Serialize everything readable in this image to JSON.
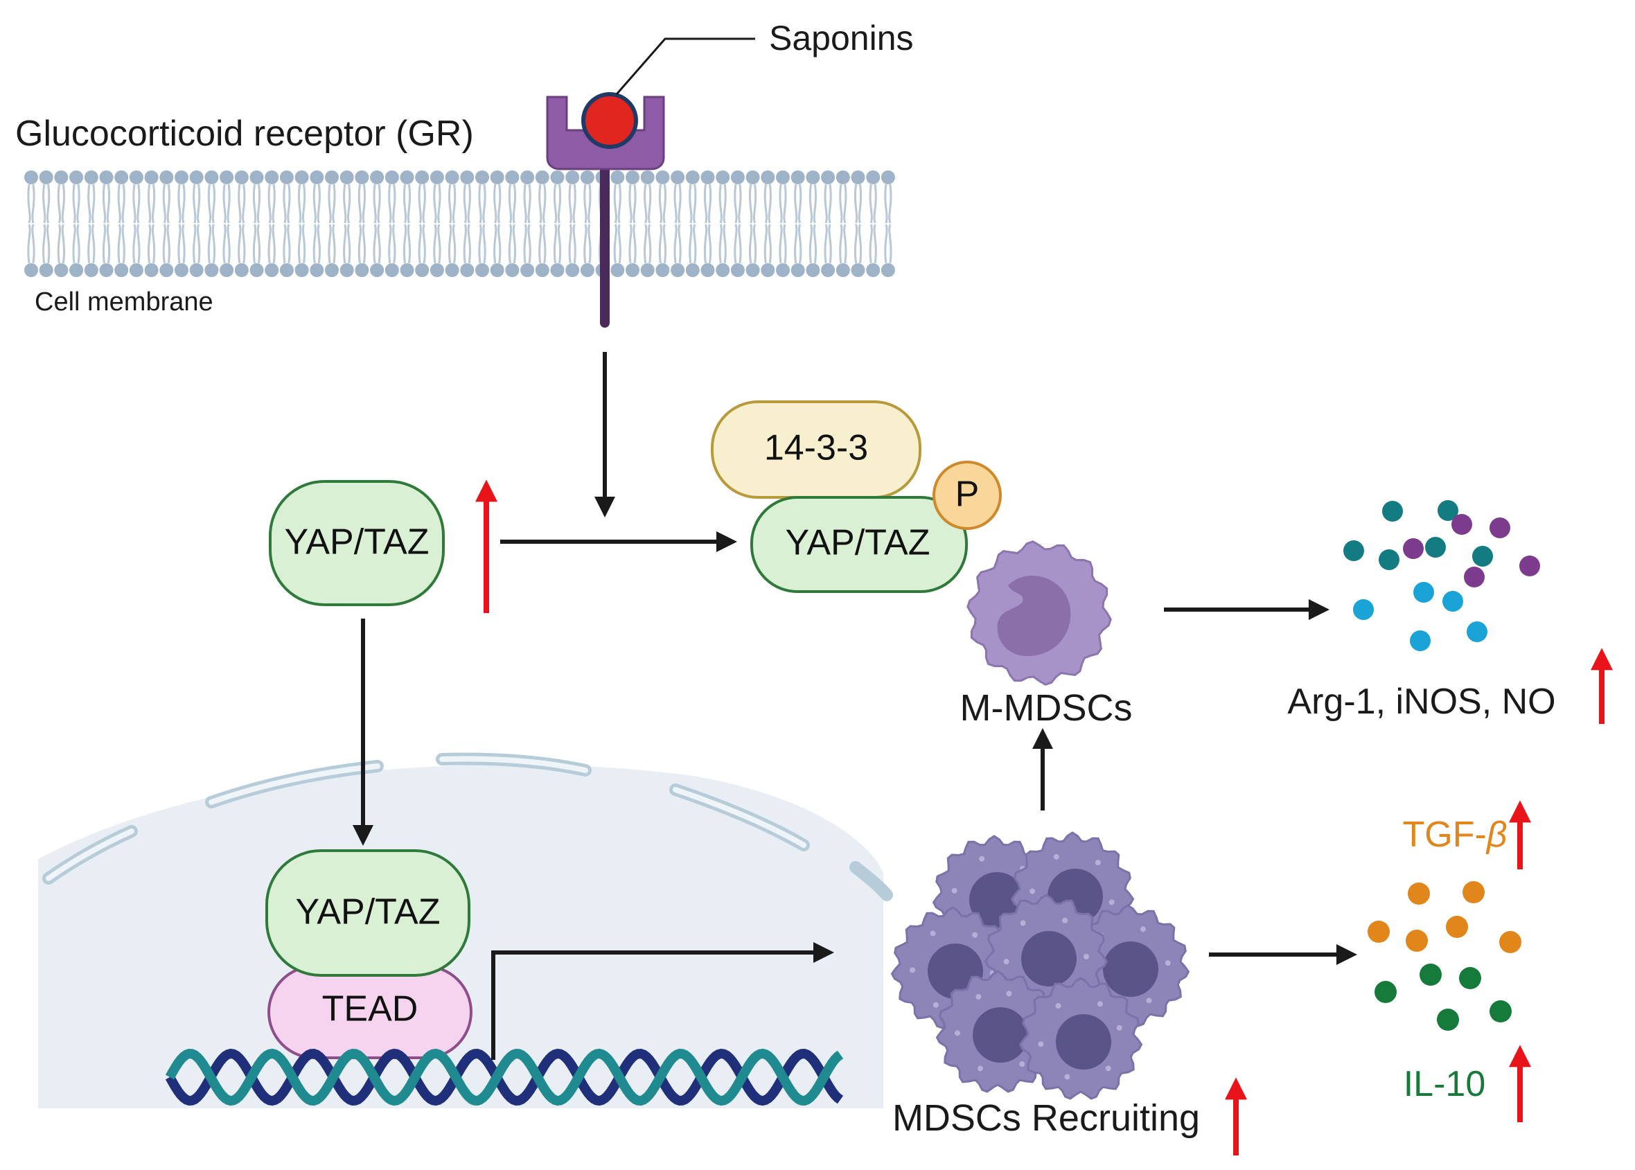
{
  "labels": {
    "ligand": "Saponins",
    "receptor": "Glucocorticoid receptor (GR)",
    "membrane": "Cell membrane",
    "yap_cyto": "YAP/TAZ",
    "yap_phos": "YAP/TAZ",
    "protein_1433": "14-3-3",
    "phospho": "P",
    "yap_nuc": "YAP/TAZ",
    "tead": "TEAD",
    "m_mdsc": "M-MDSCs",
    "mdsc_recruit": "MDSCs Recruiting",
    "arg_inos_no": "Arg-1, iNOS, NO",
    "tgf_prefix": "TGF-",
    "tgf_beta": "β",
    "il10": "IL-10"
  },
  "colors": {
    "receptor": "#8e5ba6",
    "ligand": "#e0261f",
    "membrane_head": "#9fb3c8",
    "yap_fill": "#d9f0d5",
    "yap_stroke": "#2f7a3a",
    "p1433_fill": "#f7efcd",
    "p1433_stroke": "#b89a3b",
    "phospho_fill": "#f9d79a",
    "phospho_stroke": "#d0892a",
    "tead_fill": "#f6d3ee",
    "tead_stroke": "#8e4e8a",
    "nucleus": "#e8eef3",
    "dna_dark": "#1f2f7a",
    "dna_teal": "#1f8a8f",
    "mdsc": "#8d85b8",
    "m_mdsc": "#a893c8",
    "arrow": "#1a1a1a",
    "up_arrow": "#e8141a",
    "tgf": "#e0861a",
    "il10": "#167a3b",
    "dot_teal": "#127c82",
    "dot_purple": "#7d3b8e",
    "dot_cyan": "#1aa3d6"
  },
  "icons": [
    "receptor-icon",
    "ligand-icon",
    "phospho-icon",
    "dna-helix-icon",
    "mdsc-cluster-icon",
    "m-mdsc-cell-icon",
    "up-arrow-icon"
  ]
}
